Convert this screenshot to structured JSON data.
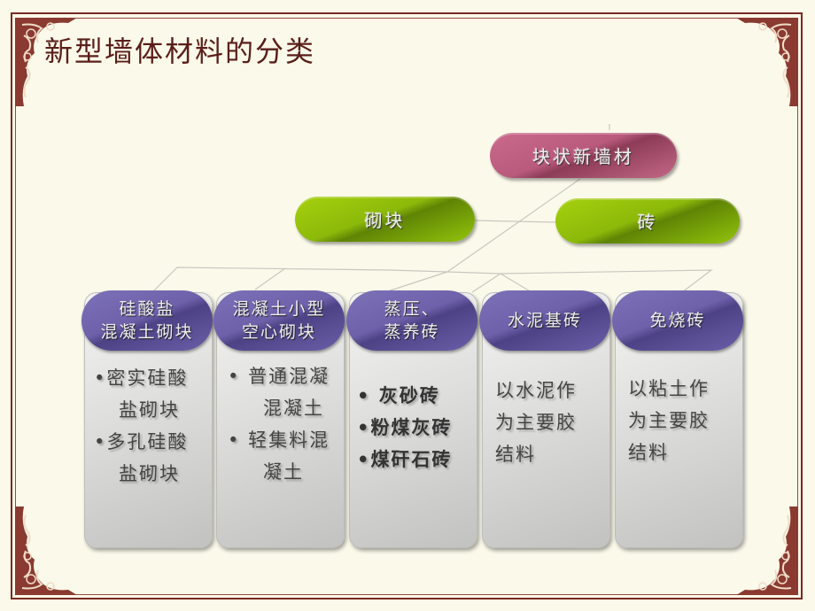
{
  "slide": {
    "title": "新型墙体材料的分类",
    "colors": {
      "background": "#fbf9ea",
      "frame": "#7a2a22",
      "title": "#5a1e18",
      "root_node": "#b95a7c",
      "level1_nodes": "#8cb90a",
      "level2_headers": "#6e61aa",
      "level2_bodies": "#dededd"
    }
  },
  "diagram": {
    "root": {
      "label": "块状新墙材"
    },
    "level1": [
      {
        "label": "砌块"
      },
      {
        "label": "砖"
      }
    ],
    "level2": [
      {
        "header": "硅酸盐\n混凝土砌块",
        "items": [
          {
            "bullet": "•",
            "line1": "密实硅酸",
            "line2": "盐砌块"
          },
          {
            "bullet": "•",
            "line1": "多孔硅酸",
            "line2": "盐砌块"
          }
        ]
      },
      {
        "header": "混凝土小型\n空心砌块",
        "items": [
          {
            "bullet": "•",
            "line1": " 普通混凝",
            "line2": "混凝土"
          },
          {
            "bullet": "•",
            "line1": " 轻集料混",
            "line2": "凝土"
          }
        ]
      },
      {
        "header": "蒸压、\n蒸养砖",
        "items": [
          {
            "bullet": "•",
            "line1": " 灰砂砖"
          },
          {
            "bullet": "•",
            "line1": "粉煤灰砖"
          },
          {
            "bullet": "•",
            "line1": "煤矸石砖"
          }
        ]
      },
      {
        "header": "水泥基砖",
        "text": [
          " 以水泥作",
          "为主要胶",
          "结料"
        ]
      },
      {
        "header": "免烧砖",
        "text": [
          "以粘土作",
          "为主要胶",
          "结料"
        ]
      }
    ]
  }
}
